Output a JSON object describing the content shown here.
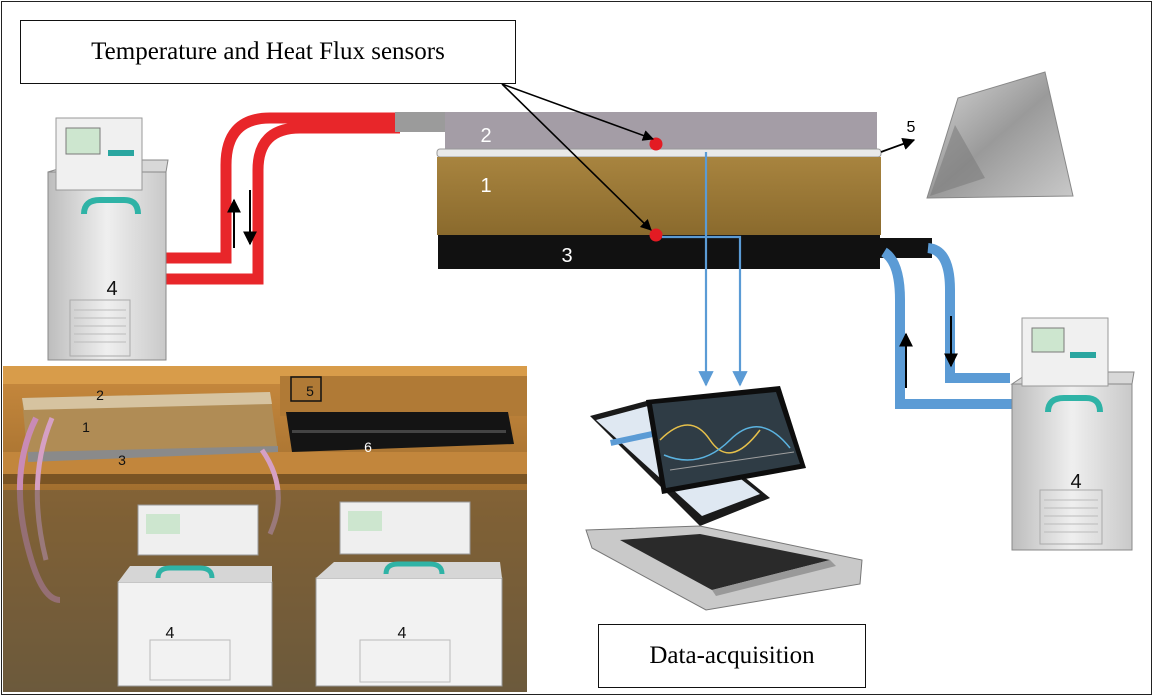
{
  "callouts": {
    "sensors": "Temperature and Heat Flux sensors",
    "acquisition": "Data-acquisition"
  },
  "schematic_labels": {
    "plate_top": "2",
    "sample": "1",
    "plate_bottom": "3",
    "film": "5",
    "bath_left": "4",
    "bath_right": "4"
  },
  "photo_labels": {
    "plate_top": "2",
    "sample": "1",
    "plate_bottom": "3",
    "film": "5",
    "datalogger": "6",
    "bath_left": "4",
    "bath_right": "4"
  },
  "colors": {
    "hot_circuit": "#e8262a",
    "cold_circuit": "#5b9bd5",
    "sample": "#9c7a37",
    "top_plate": "#a49da6",
    "bottom_plate": "#111111",
    "sensor_dot": "#e31b23"
  }
}
